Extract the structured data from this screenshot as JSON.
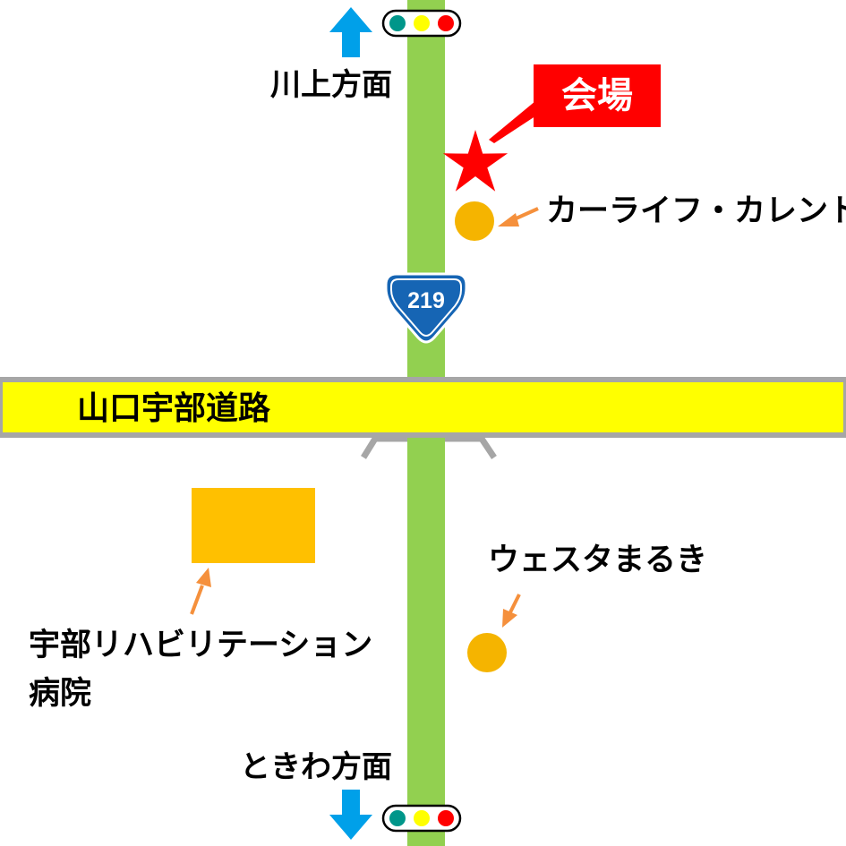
{
  "map": {
    "north_direction": "川上方面",
    "south_direction": "ときわ方面",
    "route_number": "219",
    "expressway": "山口宇部道路",
    "venue": "会場",
    "landmarks": {
      "car_life": "カーライフ・カレント",
      "westa": "ウェスタまるき",
      "hospital_line1": "宇部リハビリテーション",
      "hospital_line2": "病院"
    }
  },
  "colors": {
    "main_road": "#92d050",
    "expressway": "#ffff00",
    "expressway_border": "#a6a6a6",
    "venue": "#ff0000",
    "landmark_marker": "#f5b400",
    "hospital_building": "#ffc000",
    "pointer_arrow": "#f5903c",
    "direction_arrow": "#00a0e9",
    "route_shield": "#1665b4"
  },
  "icons": [
    "up-arrow-icon",
    "down-arrow-icon",
    "traffic-light-icon",
    "star-icon",
    "route-shield-icon"
  ]
}
